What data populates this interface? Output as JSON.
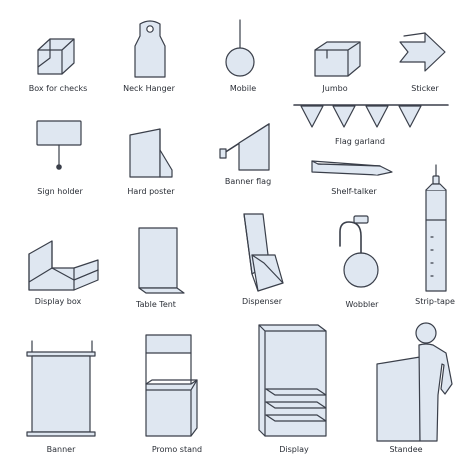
{
  "colors": {
    "fill": "#dfe7f1",
    "stroke": "#3a3f4a",
    "text": "#2a2e36"
  },
  "items": [
    {
      "icon": "box-for-checks-icon",
      "label": "Box for checks"
    },
    {
      "icon": "neck-hanger-icon",
      "label": "Neck Hanger"
    },
    {
      "icon": "mobile-icon",
      "label": "Mobile"
    },
    {
      "icon": "jumbo-icon",
      "label": "Jumbo"
    },
    {
      "icon": "sticker-icon",
      "label": "Sticker"
    },
    {
      "icon": "flag-garland-icon",
      "label": "Flag garland"
    },
    {
      "icon": "sign-holder-icon",
      "label": "Sign holder"
    },
    {
      "icon": "hard-poster-icon",
      "label": "Hard poster"
    },
    {
      "icon": "banner-flag-icon",
      "label": "Banner flag"
    },
    {
      "icon": "shelf-talker-icon",
      "label": "Shelf-talker"
    },
    {
      "icon": "display-box-icon",
      "label": "Display box"
    },
    {
      "icon": "table-tent-icon",
      "label": "Table Tent"
    },
    {
      "icon": "dispenser-icon",
      "label": "Dispenser"
    },
    {
      "icon": "wobbler-icon",
      "label": "Wobbler"
    },
    {
      "icon": "strip-tape-icon",
      "label": "Strip-tape"
    },
    {
      "icon": "banner-icon",
      "label": "Banner"
    },
    {
      "icon": "promo-stand-icon",
      "label": "Promo stand"
    },
    {
      "icon": "display-icon",
      "label": "Display"
    },
    {
      "icon": "standee-icon",
      "label": "Standee"
    }
  ]
}
